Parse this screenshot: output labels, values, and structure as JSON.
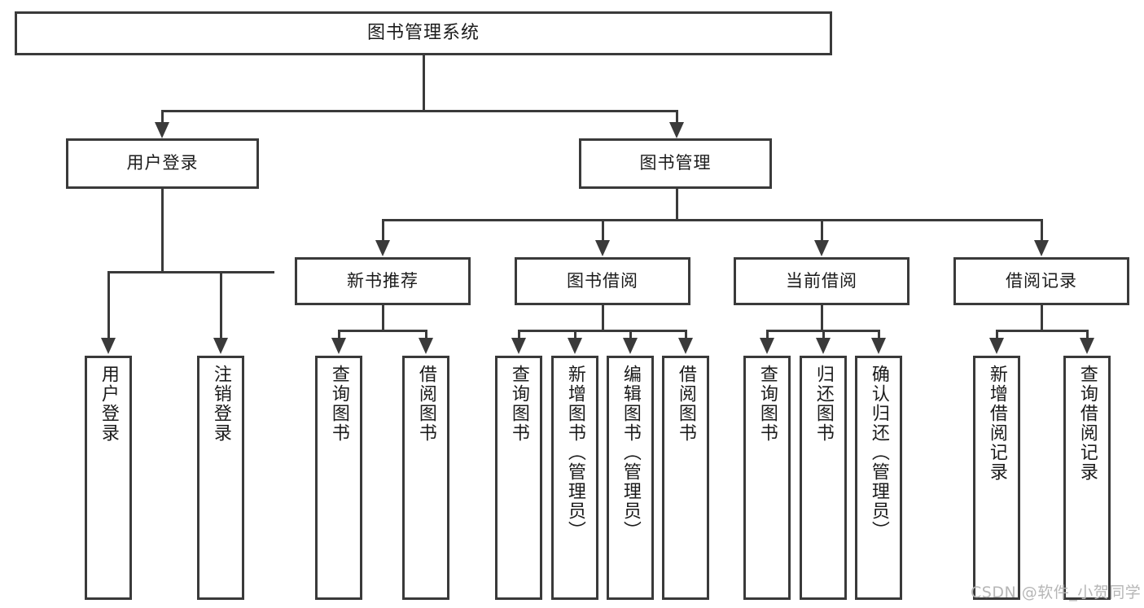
{
  "diagram": {
    "title": "图书管理系统",
    "type": "tree-hierarchy-chart",
    "watermark": "CSDN @软件_小贺同学",
    "root": {
      "label": "图书管理系统"
    },
    "level2": [
      {
        "label": "用户登录"
      },
      {
        "label": "图书管理"
      }
    ],
    "level3": [
      {
        "label": "新书推荐"
      },
      {
        "label": "图书借阅"
      },
      {
        "label": "当前借阅"
      },
      {
        "label": "借阅记录"
      }
    ],
    "leaves": {
      "user_login": [
        {
          "label": "用户登录"
        },
        {
          "label": "注销登录"
        }
      ],
      "new_book_recommend": [
        {
          "label": "查询图书"
        },
        {
          "label": "借阅图书"
        }
      ],
      "book_borrow": [
        {
          "label": "查询图书"
        },
        {
          "label": "新增图书（管理员）"
        },
        {
          "label": "编辑图书（管理员）"
        },
        {
          "label": "借阅图书"
        }
      ],
      "current_borrow": [
        {
          "label": "查询图书"
        },
        {
          "label": "归还图书"
        },
        {
          "label": "确认归还（管理员）"
        }
      ],
      "borrow_record": [
        {
          "label": "新增借阅记录"
        },
        {
          "label": "查询借阅记录"
        }
      ]
    },
    "colors": {
      "stroke": "#3a3a3a",
      "text": "#1b1b1b",
      "background": "#ffffff",
      "watermark": "#b6b6b6"
    }
  }
}
